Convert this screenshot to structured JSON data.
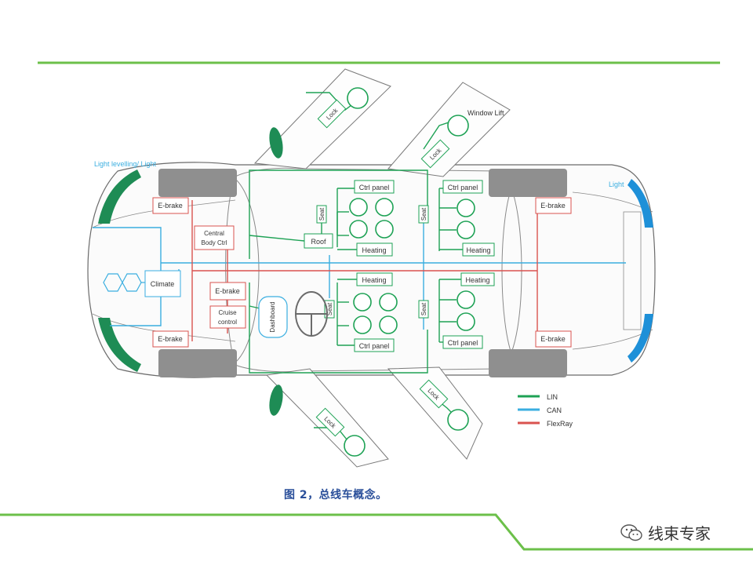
{
  "colors": {
    "lin": "#1ea255",
    "can": "#3aaee0",
    "flexray": "#d9534f",
    "accent_line": "#6cc04a",
    "caption": "#2a4f9a"
  },
  "labels": {
    "light_front": "Light levelling/ Light",
    "light_rear": "Light",
    "window_lift": "Window Lift",
    "lock_fl": "Lock",
    "lock_rl": "Lock",
    "lock_fr": "Lock",
    "lock_rr": "Lock",
    "ebrake_fl": "E-brake",
    "ebrake_fr": "E-brake",
    "ebrake_rl": "E-brake",
    "ebrake_rr": "E-brake",
    "ebrake_center": "E-brake",
    "climate": "Climate",
    "central_1": "Central",
    "central_2": "Body Ctrl",
    "cruise_1": "Cruise",
    "cruise_2": "control",
    "roof": "Roof",
    "ctrl_panel_1": "Ctrl panel",
    "ctrl_panel_2": "Ctrl panel",
    "ctrl_panel_3": "Ctrl panel",
    "ctrl_panel_4": "Ctrl panel",
    "heating_1": "Heating",
    "heating_2": "Heating",
    "heating_3": "Heating",
    "heating_4": "Heating",
    "dashboard": "Dashboard",
    "seat_1": "Seat",
    "seat_2": "Seat",
    "seat_3": "Seat",
    "seat_4": "Seat"
  },
  "legend": [
    {
      "label": "LIN",
      "color": "#1ea255"
    },
    {
      "label": "CAN",
      "color": "#3aaee0"
    },
    {
      "label": "FlexRay",
      "color": "#d9534f"
    }
  ],
  "caption": "图 2，总线车概念。",
  "brand": "线束专家"
}
